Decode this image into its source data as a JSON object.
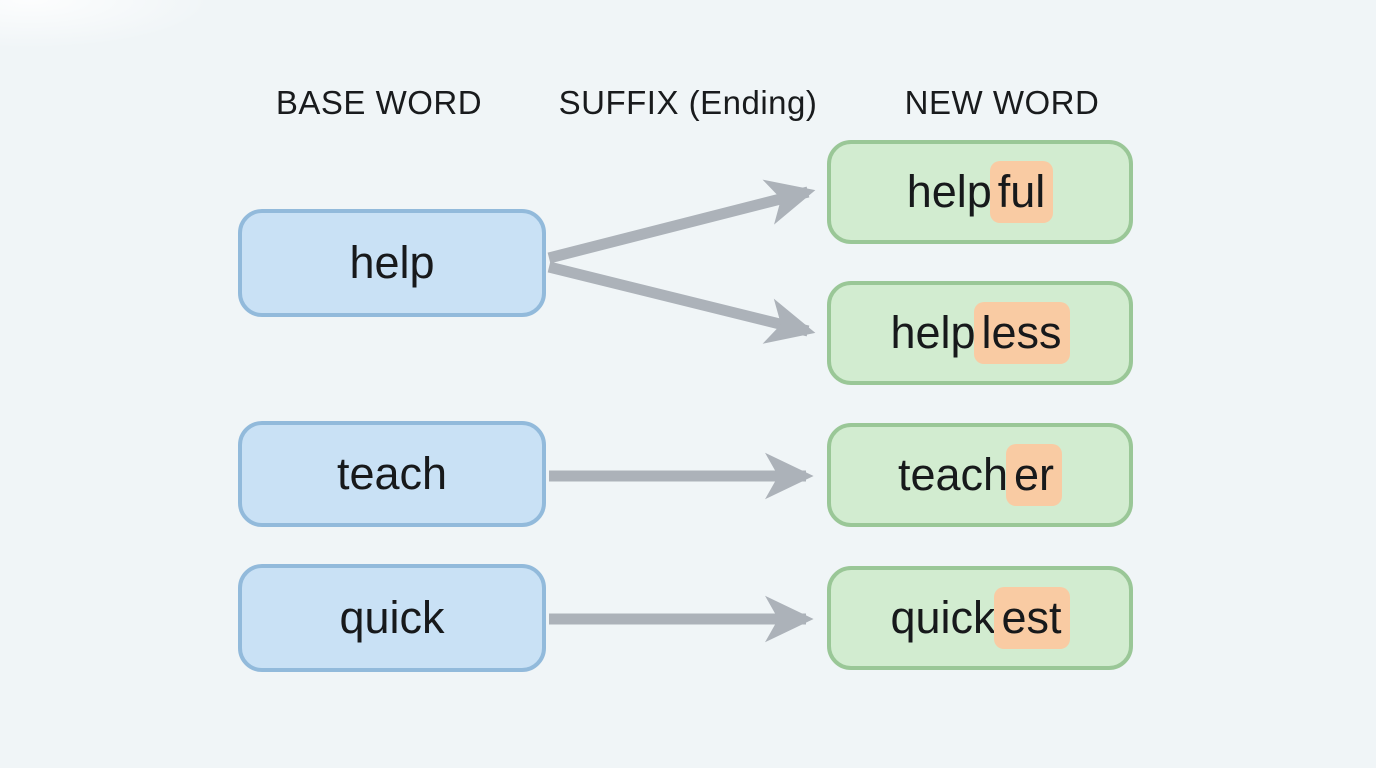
{
  "headers": {
    "base": "BASE WORD",
    "suffix": "SUFFIX (Ending)",
    "new": "NEW WORD"
  },
  "rows": [
    {
      "base": "help",
      "derived": [
        {
          "stem": "help",
          "suffix": "ful"
        },
        {
          "stem": "help",
          "suffix": "less"
        }
      ]
    },
    {
      "base": "teach",
      "derived": [
        {
          "stem": "teach",
          "suffix": "er"
        }
      ]
    },
    {
      "base": "quick",
      "derived": [
        {
          "stem": "quick",
          "suffix": "est"
        }
      ]
    }
  ],
  "colors": {
    "background": "#f0f5f7",
    "base_box_fill": "#c9e1f5",
    "base_box_border": "#92badb",
    "new_box_fill": "#d2ecd0",
    "new_box_border": "#9ac797",
    "suffix_highlight": "#f9cba3",
    "arrow": "#acb2b9",
    "text": "#17191b"
  }
}
